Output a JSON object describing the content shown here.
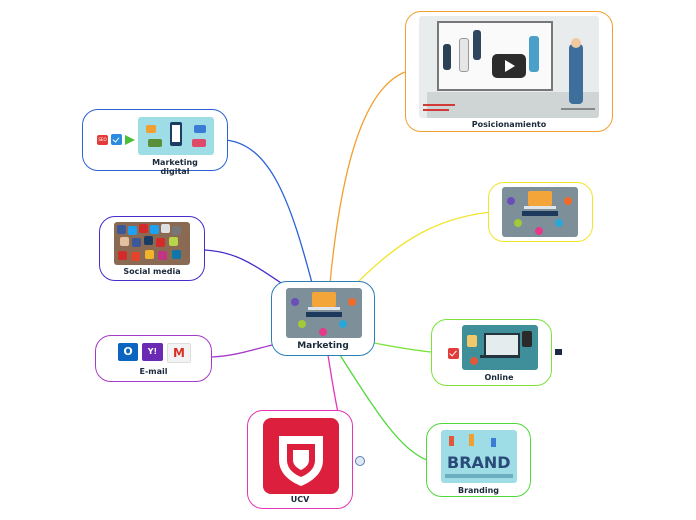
{
  "central": {
    "label": "Marketing",
    "color": "#2a7fb8"
  },
  "nodes": {
    "posicionamiento": {
      "label": "Posicionamiento",
      "color": "#f2a031"
    },
    "marketing_digital": {
      "label": "Marketing digital",
      "color": "#2c62d6"
    },
    "social_media": {
      "label": "Social media",
      "color": "#4a2ccc"
    },
    "email": {
      "label": "E-mail",
      "color": "#a53ac8"
    },
    "ucv": {
      "label": "UCV",
      "color": "#e535b5"
    },
    "image_node": {
      "label": "",
      "color": "#f0e52a"
    },
    "online": {
      "label": "Online",
      "color": "#7ee23d"
    },
    "branding": {
      "label": "Branding",
      "color": "#50d83a"
    }
  },
  "icons": {
    "email_logos": [
      "outlook-icon",
      "yahoo-mail-icon",
      "gmail-icon"
    ],
    "email_logo_text": {
      "outlook": "O",
      "yahoo": "Y!",
      "gmail": "M"
    },
    "marketing_digital_logos": [
      "seo-badge-icon",
      "check-icon",
      "arrow-icon"
    ],
    "seo_badge_text": "SEO",
    "branding_letters": "BRAND"
  }
}
